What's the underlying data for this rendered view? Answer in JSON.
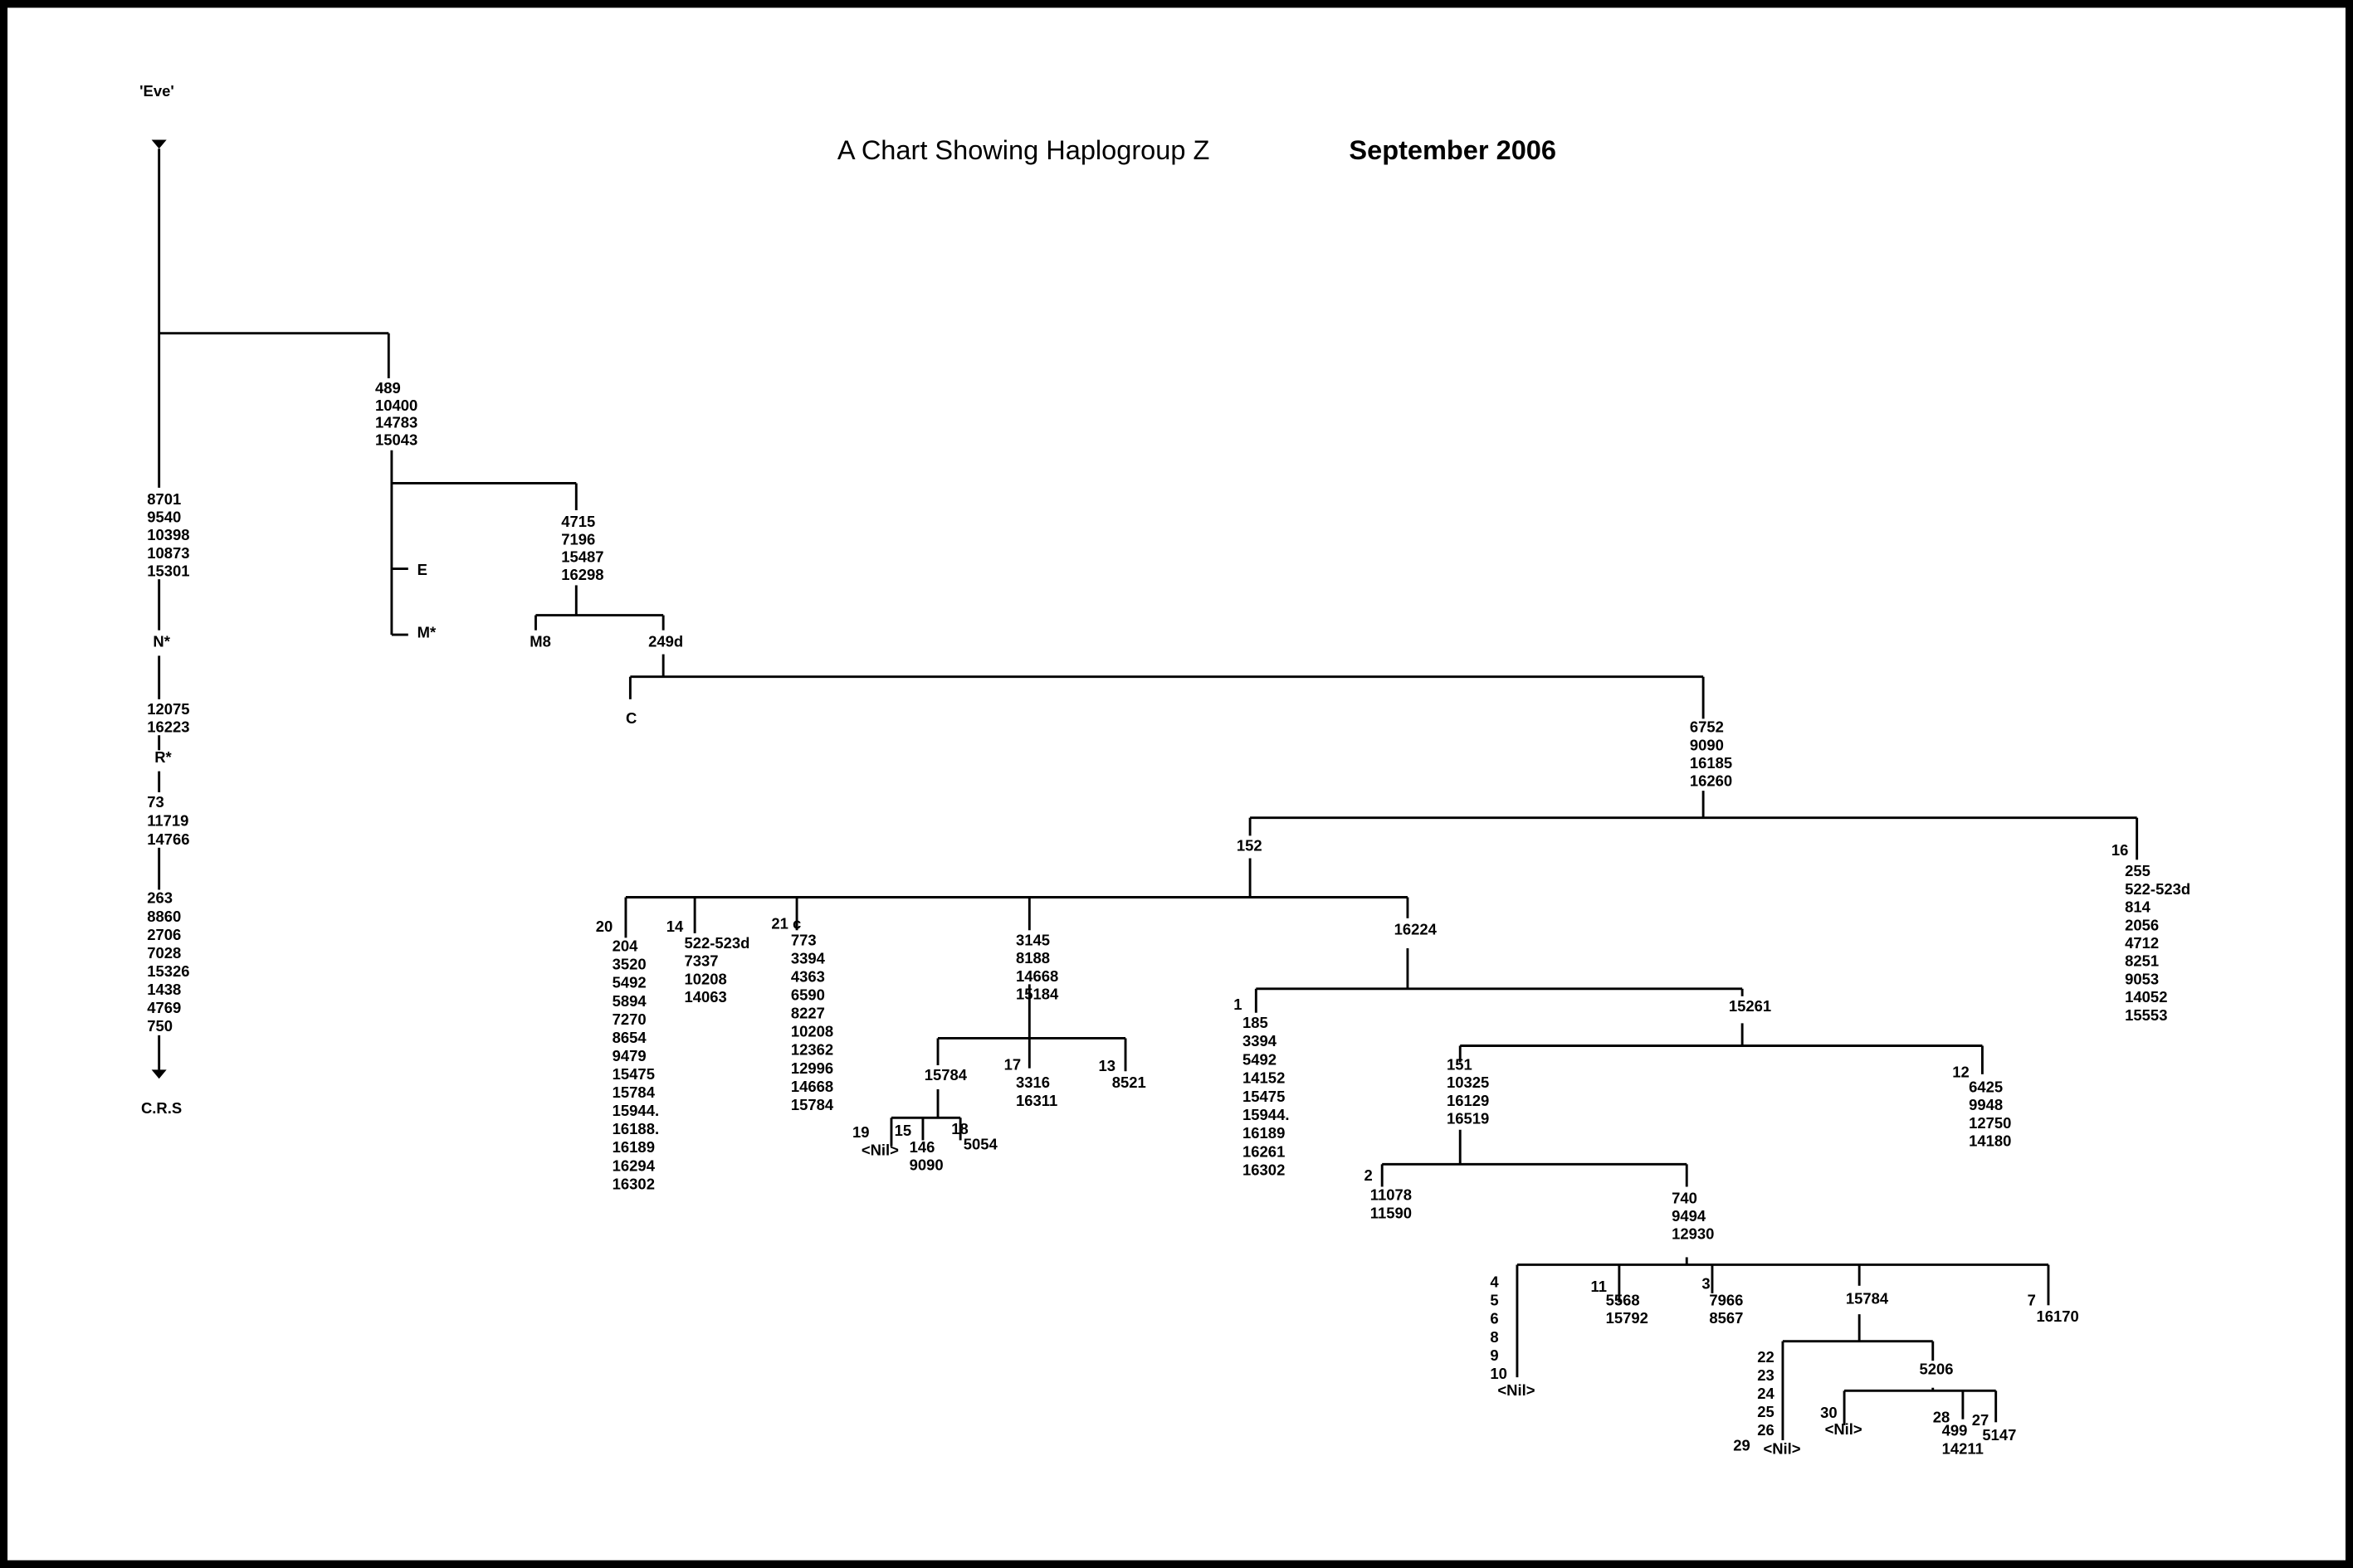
{
  "header": {
    "title": "A Chart Showing Haplogroup  Z",
    "date": "September 2006"
  },
  "nodes": {
    "eve": {
      "lines": [
        "'Eve'"
      ]
    },
    "crs": {
      "lines": [
        "C.R.S"
      ]
    },
    "m_root": {
      "lines": [
        "489",
        "10400",
        "14783",
        "15043"
      ]
    },
    "n_root": {
      "lines": [
        "8701",
        "9540",
        "10398",
        "10873",
        "15301"
      ]
    },
    "n_star": {
      "lines": [
        "N*"
      ]
    },
    "r_muts": {
      "lines": [
        "12075",
        "16223"
      ]
    },
    "r_star": {
      "lines": [
        "R*"
      ]
    },
    "r_sub": {
      "lines": [
        "73",
        "11719",
        "14766"
      ]
    },
    "crs_muts": {
      "lines": [
        "263",
        "8860",
        "2706",
        "7028",
        "15326",
        "1438",
        "4769",
        "750"
      ]
    },
    "e": {
      "lines": [
        "E"
      ]
    },
    "m_star": {
      "lines": [
        "M*"
      ]
    },
    "m8_root": {
      "lines": [
        "4715",
        "7196",
        "15487",
        "16298"
      ]
    },
    "m8": {
      "lines": [
        "M8"
      ]
    },
    "d249": {
      "lines": [
        "249d"
      ]
    },
    "c": {
      "lines": [
        "C"
      ]
    },
    "z_root": {
      "lines": [
        "6752",
        "9090",
        "16185",
        "16260"
      ]
    },
    "n152": {
      "lines": [
        "152"
      ]
    },
    "s16_id": {
      "lines": [
        "16"
      ]
    },
    "s16": {
      "lines": [
        "255",
        "522-523d",
        "814",
        "2056",
        "4712",
        "8251",
        "9053",
        "14052",
        "15553"
      ]
    },
    "s20_id": {
      "lines": [
        "20"
      ]
    },
    "s20": {
      "lines": [
        "204",
        "3520",
        "5492",
        "5894",
        "7270",
        "8654",
        "9479",
        "15475",
        "15784",
        "15944.",
        "16188.",
        "16189",
        "16294",
        "16302"
      ]
    },
    "s14_id": {
      "lines": [
        "14"
      ]
    },
    "s14": {
      "lines": [
        "522-523d",
        "7337",
        "10208",
        "14063"
      ]
    },
    "s21_id": {
      "lines": [
        "21 c"
      ]
    },
    "s21": {
      "lines": [
        "773",
        "3394",
        "4363",
        "6590",
        "8227",
        "10208",
        "12362",
        "12996",
        "14668",
        "15784"
      ]
    },
    "n3145": {
      "lines": [
        "3145",
        "8188",
        "14668",
        "15184"
      ]
    },
    "n15784a": {
      "lines": [
        "15784"
      ]
    },
    "s19_id": {
      "lines": [
        "19"
      ]
    },
    "s19": {
      "lines": [
        "<Nil>"
      ]
    },
    "s15_id": {
      "lines": [
        "15"
      ]
    },
    "s15": {
      "lines": [
        "146",
        "9090"
      ]
    },
    "s18_id": {
      "lines": [
        "18"
      ]
    },
    "s18": {
      "lines": [
        "5054"
      ]
    },
    "s17_id": {
      "lines": [
        "17"
      ]
    },
    "s17": {
      "lines": [
        "3316",
        "16311"
      ]
    },
    "s13_id": {
      "lines": [
        "13"
      ]
    },
    "s13": {
      "lines": [
        "8521"
      ]
    },
    "n16224": {
      "lines": [
        "16224"
      ]
    },
    "s1_id": {
      "lines": [
        "1"
      ]
    },
    "s1": {
      "lines": [
        "185",
        "3394",
        "5492",
        "14152",
        "15475",
        "15944.",
        "16189",
        "16261",
        "16302"
      ]
    },
    "n15261": {
      "lines": [
        "15261"
      ]
    },
    "n151": {
      "lines": [
        "151",
        "10325",
        "16129",
        "16519"
      ]
    },
    "s12_id": {
      "lines": [
        "12"
      ]
    },
    "s12": {
      "lines": [
        "6425",
        "9948",
        "12750",
        "14180"
      ]
    },
    "s2_id": {
      "lines": [
        "2"
      ]
    },
    "s2": {
      "lines": [
        "11078",
        "11590"
      ]
    },
    "n740": {
      "lines": [
        "740",
        "9494",
        "12930"
      ]
    },
    "s4_10": {
      "lines": [
        "4",
        "5",
        "6",
        "8",
        "9",
        "10"
      ]
    },
    "s4_10_nil": {
      "lines": [
        "<Nil>"
      ]
    },
    "s11_id": {
      "lines": [
        "11"
      ]
    },
    "s11": {
      "lines": [
        "5568",
        "15792"
      ]
    },
    "s3_id": {
      "lines": [
        "3"
      ]
    },
    "s3": {
      "lines": [
        "7966",
        "8567"
      ]
    },
    "n15784b": {
      "lines": [
        "15784"
      ]
    },
    "s7_id": {
      "lines": [
        "7"
      ]
    },
    "s7": {
      "lines": [
        "16170"
      ]
    },
    "s22_26": {
      "lines": [
        "22",
        "23",
        "24",
        "25",
        "26"
      ]
    },
    "s29_id": {
      "lines": [
        "29"
      ]
    },
    "s29": {
      "lines": [
        "<Nil>"
      ]
    },
    "n5206": {
      "lines": [
        "5206"
      ]
    },
    "s30_id": {
      "lines": [
        "30"
      ]
    },
    "s30": {
      "lines": [
        "<Nil>"
      ]
    },
    "s28_id": {
      "lines": [
        "28"
      ]
    },
    "s28": {
      "lines": [
        "499",
        "14211"
      ]
    },
    "s27_id": {
      "lines": [
        "27"
      ]
    },
    "s27": {
      "lines": [
        "5147"
      ]
    }
  }
}
